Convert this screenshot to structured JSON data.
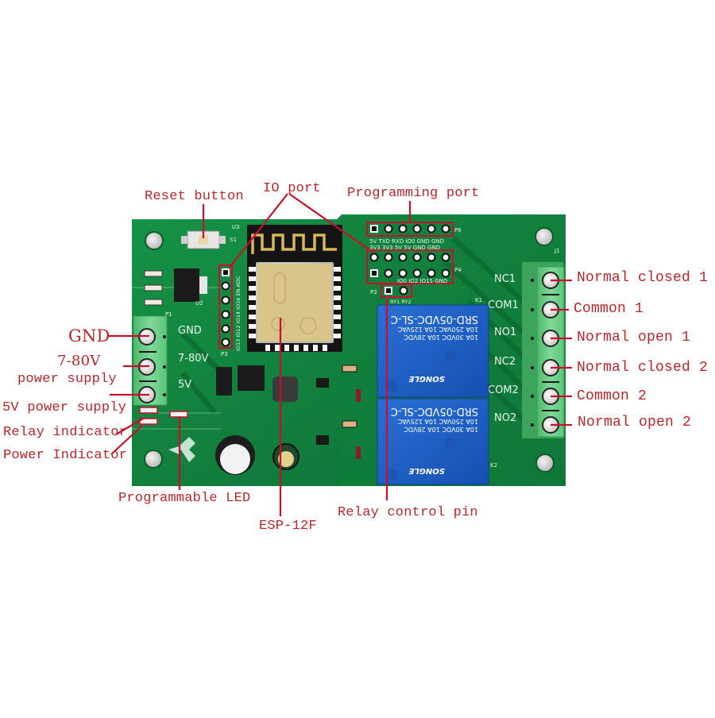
{
  "colors": {
    "annotation": "#c8102e",
    "label_text": "#b8262a",
    "pcb_green": "#127a3a",
    "pcb_dark": "#0b5a2a",
    "terminal_green": "#6fd08a",
    "relay_blue": "#1a5fc4",
    "module_gold": "#d9c48a"
  },
  "labels": {
    "reset_button": "Reset button",
    "io_port": "IO port",
    "programming_port": "Programming port",
    "gnd": "GND",
    "power_7_80v_line1": "7-80V",
    "power_7_80v_line2": "power supply",
    "power_5v": "5V power supply",
    "relay_indicator": "Relay indicator",
    "power_indicator": "Power Indicator",
    "programmable_led": "Programmable LED",
    "esp12f": "ESP-12F",
    "relay_control_pin": "Relay control pin",
    "normal_closed_1": "Normal closed 1",
    "common_1": "Common 1",
    "normal_open_1": "Normal open 1",
    "normal_closed_2": "Normal closed 2",
    "common_2": "Common 2",
    "normal_open_2": "Normal open 2"
  },
  "silkscreen": {
    "gnd": "GND",
    "v7_80": "7-80V",
    "v5": "5V",
    "nc1": "NC1",
    "com1": "COM1",
    "no1": "NO1",
    "nc2": "NC2",
    "com2": "COM2",
    "no2": "NO2",
    "p6_pins": "5V TXD RXD IO0 GND GND",
    "p4_top": "3V3 3V3 5V 5V GND GND",
    "p4_bottom": "IO0 IO2 IO15 GND",
    "p2_pins": "RY1 RY2",
    "p3_pins": "IO13 IO12 IO14 IO16 EN ADC",
    "p6": "P6",
    "p4": "P4",
    "p2": "P2",
    "p3": "P3",
    "p1": "P1",
    "u2": "U2",
    "u3": "U3",
    "s1": "S1",
    "k1": "K1",
    "k2": "K2",
    "j1": "J1"
  },
  "relay": {
    "model": "SRD-05VDC-SL-C",
    "rating1": "10A 250VAC 10A 125VAC",
    "rating2": "10A 30VDC 10A 28VDC",
    "brand": "SONGLE"
  }
}
